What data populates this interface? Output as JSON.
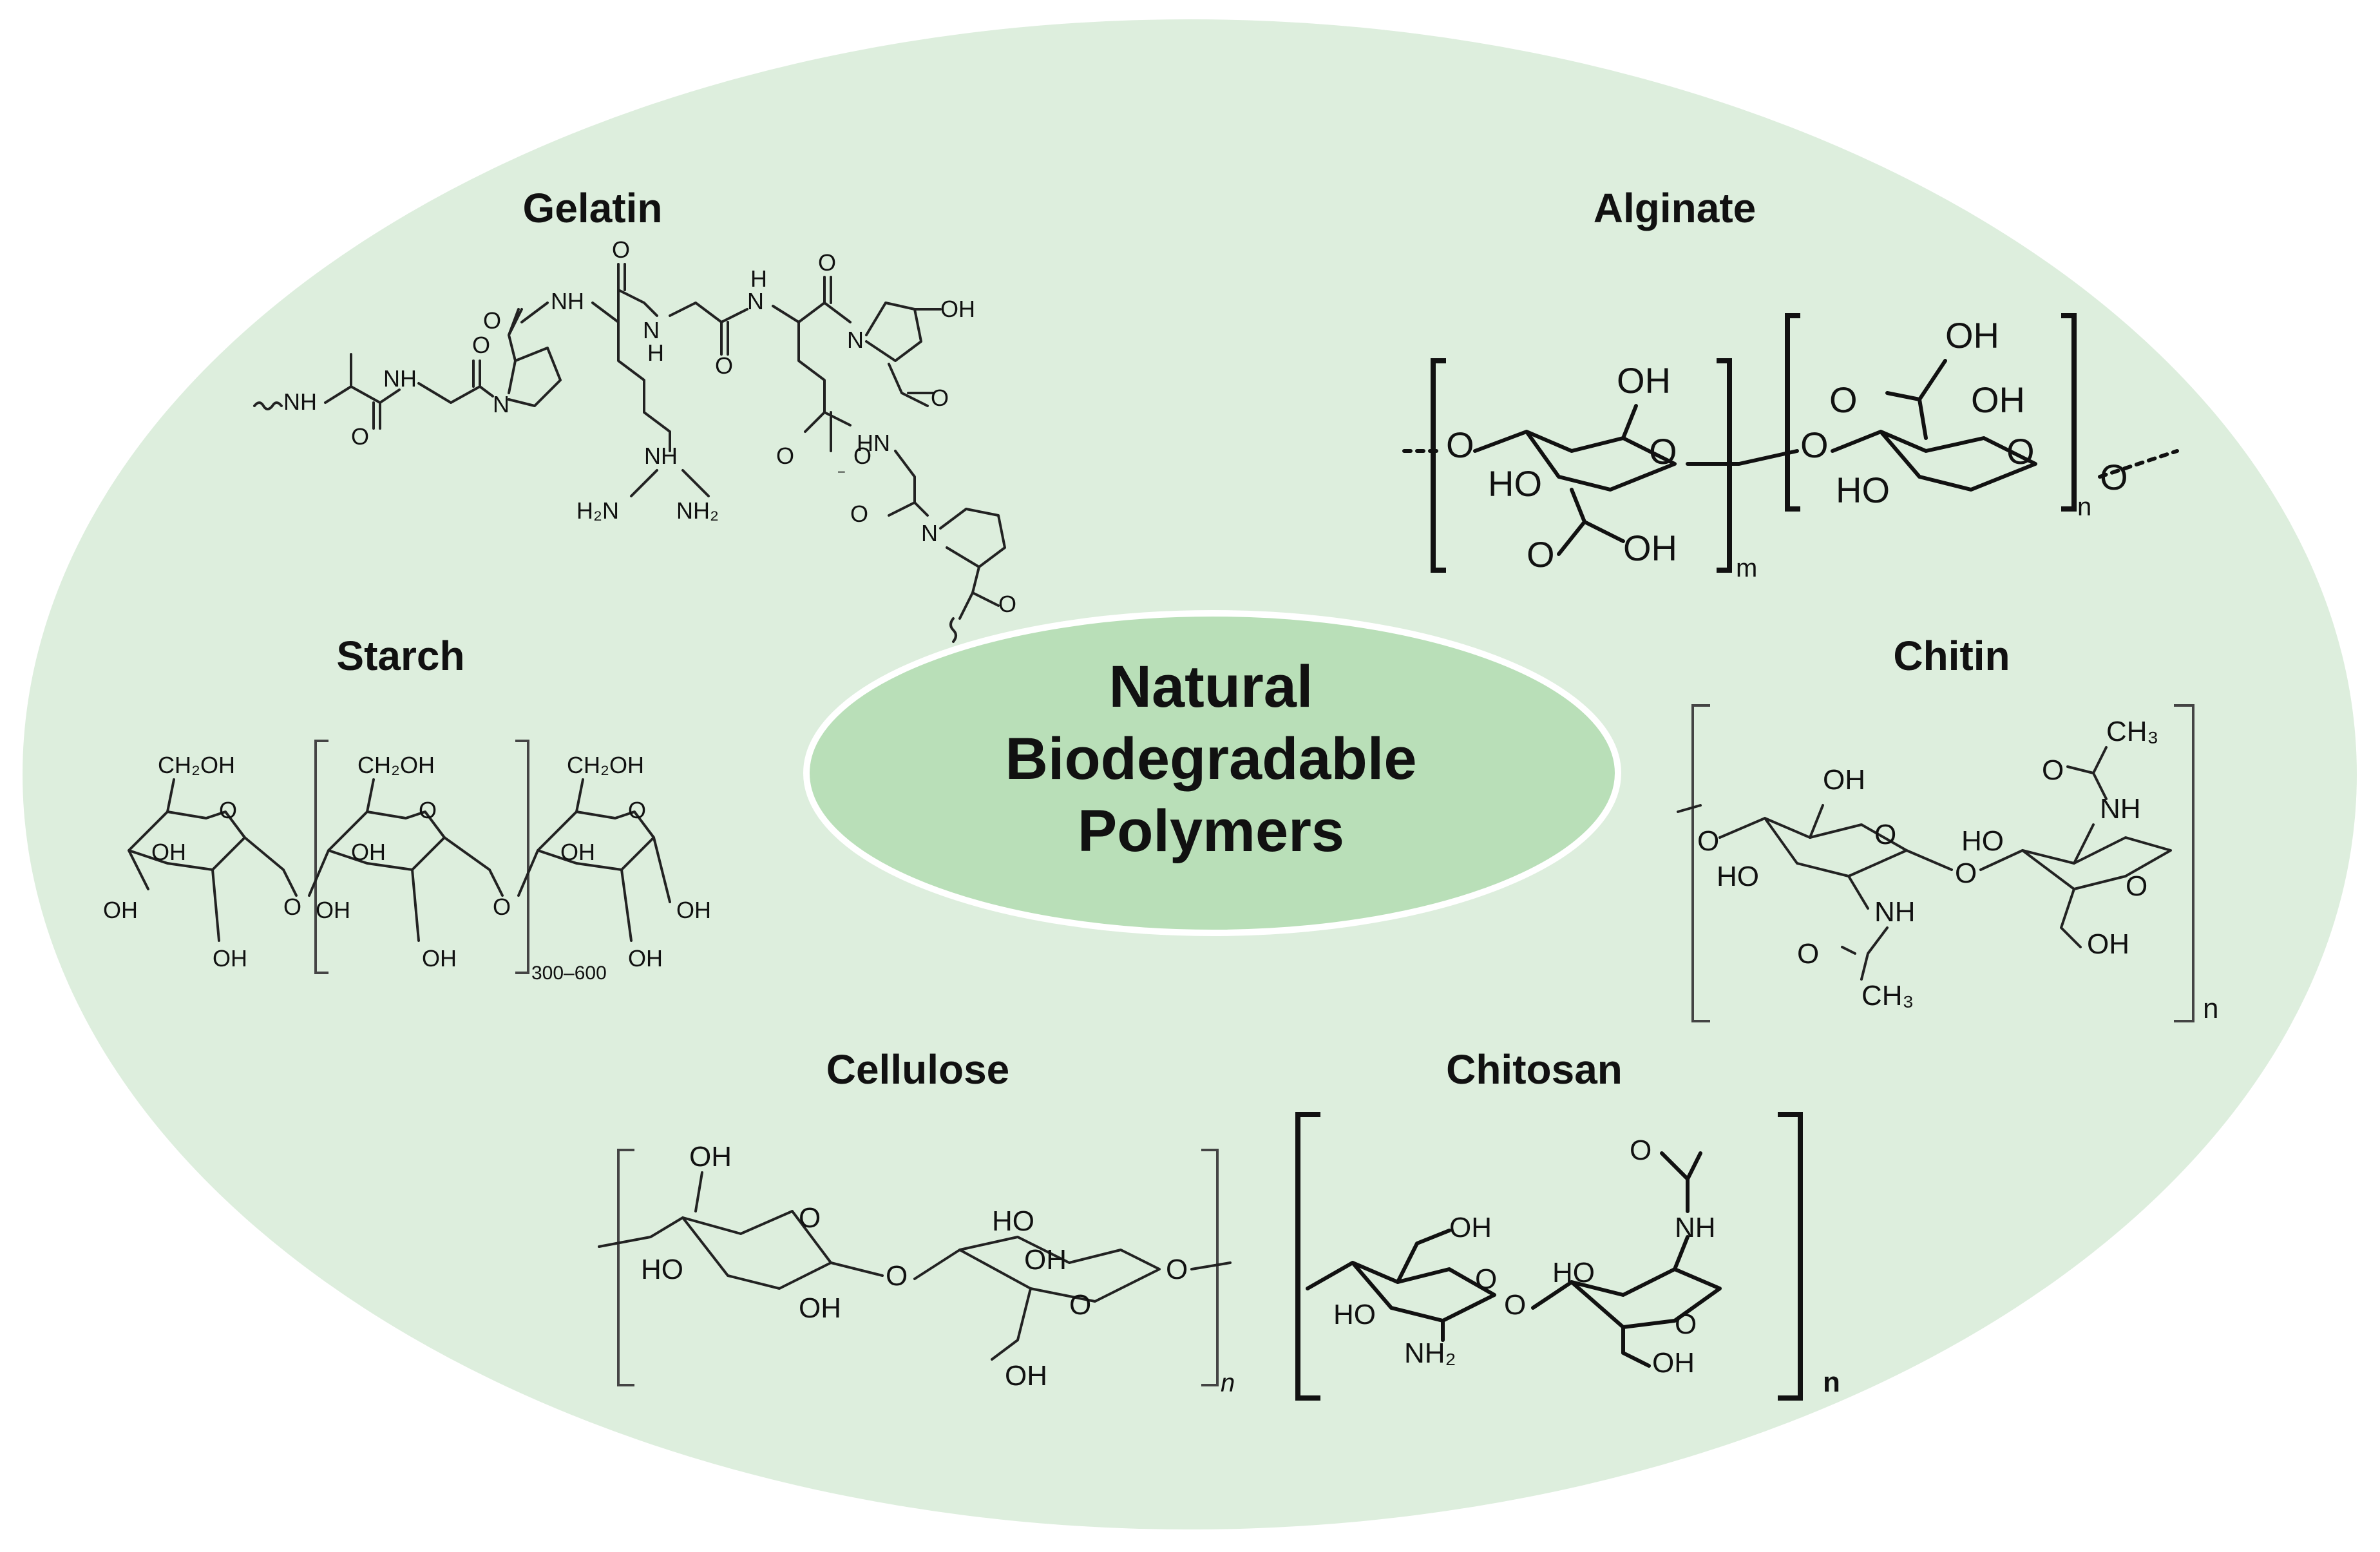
{
  "center": {
    "title_lines": [
      "Natural",
      "Biodegradable",
      "Polymers"
    ]
  },
  "polymers": {
    "gelatin": {
      "name": "Gelatin"
    },
    "alginate": {
      "name": "Alginate",
      "repeat_m": "m",
      "repeat_n": "n"
    },
    "starch": {
      "name": "Starch",
      "repeat": "300–600"
    },
    "chitin": {
      "name": "Chitin",
      "repeat": "n"
    },
    "cellulose": {
      "name": "Cellulose",
      "repeat": "n"
    },
    "chitosan": {
      "name": "Chitosan",
      "repeat": "n"
    }
  },
  "colors": {
    "outer_ellipse": "#ddeedd",
    "inner_ellipse": "#b9dfb8",
    "inner_ellipse_border": "#ffffff"
  }
}
